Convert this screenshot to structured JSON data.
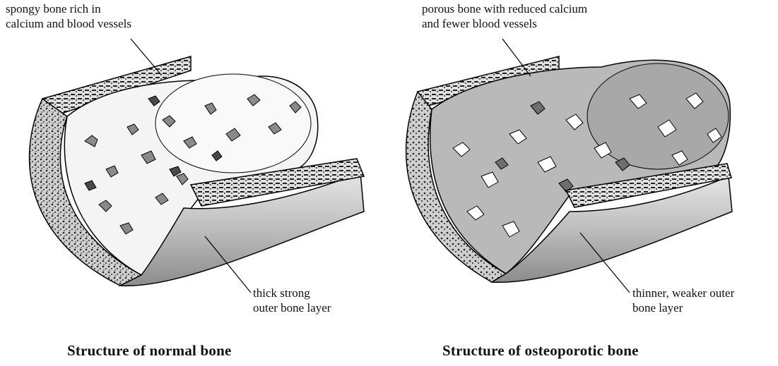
{
  "normal": {
    "top_label": "spongy bone rich in\ncalcium and blood vessels",
    "bottom_label": "thick strong\nouter bone layer",
    "caption": "Structure of normal bone"
  },
  "osteoporotic": {
    "top_label": "porous bone with reduced calcium\nand fewer blood  vessels",
    "bottom_label": "thinner, weaker outer\nbone layer",
    "caption": "Structure of osteoporotic bone"
  },
  "colors": {
    "normal_cancellous": "#f4f4f4",
    "osteo_cancellous": "#b9b9b9",
    "outer_shell": "#c8c8c8",
    "hole_dark": "#6e6e6e"
  }
}
